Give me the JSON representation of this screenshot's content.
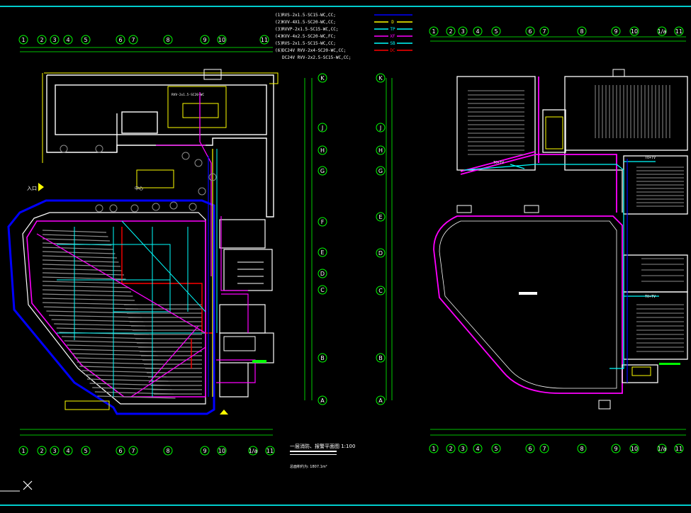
{
  "colors": {
    "background": "#000000",
    "grid": "#00ff00",
    "wall": "#ffffff",
    "room": "#ff00ff",
    "window": "#00ffff",
    "outline": "#0000ff",
    "border": "#00cccc",
    "yellow": "#ffff00",
    "red": "#ff0000",
    "seat": "#8c8c8c"
  },
  "legend": {
    "items": [
      {
        "no": "(1)",
        "text": "RVS-2x1.5-SC15-WC,CC;",
        "sym": "",
        "color": "#0000ff"
      },
      {
        "no": "(2)",
        "text": "KVV-4X1.5-SC20-WC,CC;",
        "sym": "D",
        "color": "#ffff00"
      },
      {
        "no": "(3)",
        "text": "RVVP-2x1.5-SC15-WC,CC;",
        "sym": "TP",
        "color": "#00ffff"
      },
      {
        "no": "(4)",
        "text": "KVV-4x2.5-SC20-WC,FC;",
        "sym": "XF",
        "color": "#ff00ff"
      },
      {
        "no": "(5)",
        "text": "RVS-2x1.5-SC15-WC,CC;",
        "sym": "SB",
        "color": "#00ffff"
      },
      {
        "no": "(6)",
        "text": "DC24V RVV-2x4-SC20-WC,CC;",
        "sym": "DC",
        "color": "#ff0000"
      },
      {
        "no": "",
        "text": "DC24V RVV-2x2.5-SC15-WC,CC;",
        "sym": "",
        "color": ""
      }
    ]
  },
  "plan_left": {
    "axis_top": [
      "1",
      "2",
      "3",
      "4",
      "5",
      "6",
      "7",
      "8",
      "9",
      "10",
      "11"
    ],
    "axis_bottom": [
      "1",
      "2",
      "3",
      "4",
      "5",
      "6",
      "7",
      "8",
      "9",
      "10",
      "1/a",
      "11"
    ],
    "axis_right": [
      "K",
      "J",
      "H",
      "G",
      "F",
      "E",
      "D",
      "C",
      "B",
      "A"
    ],
    "entry_label": "入口",
    "notes": [
      "中心",
      "RVV-2x1.5-SC20-WC"
    ],
    "title": "一层消防、报警平面图 1:100",
    "subtitle": "总面积约为: 1807.1m²"
  },
  "plan_right": {
    "axis_top": [
      "1",
      "2",
      "3",
      "4",
      "5",
      "6",
      "7",
      "8",
      "9",
      "10",
      "1/a",
      "11"
    ],
    "axis_bottom": [
      "1",
      "2",
      "3",
      "4",
      "5",
      "6",
      "7",
      "8",
      "9",
      "10",
      "1/a",
      "11"
    ],
    "axis_left": [
      "K",
      "J",
      "H",
      "G",
      "E",
      "D",
      "C",
      "B",
      "A"
    ],
    "tv_labels": [
      "TO+TV",
      "TO+TV",
      "TO+TV"
    ]
  }
}
